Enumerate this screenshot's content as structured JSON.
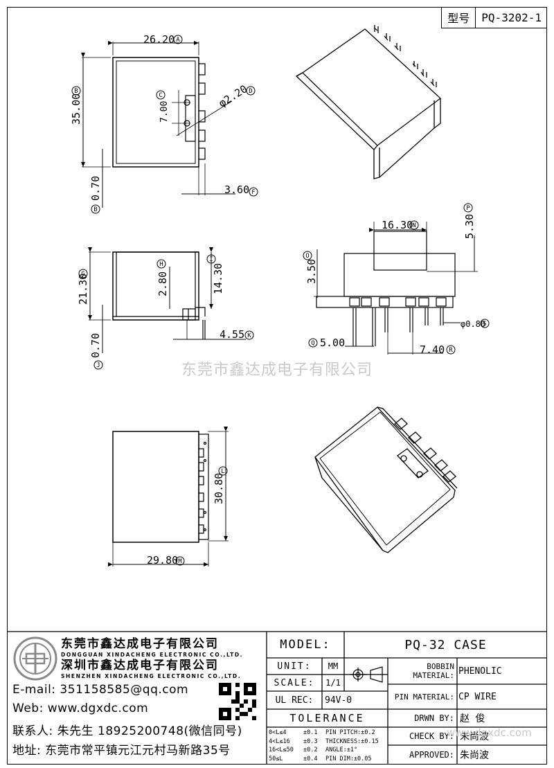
{
  "corner": {
    "label": "型号",
    "code": "PQ-3202-1"
  },
  "watermark": "东莞市鑫达成电子有限公司",
  "watermark_small": "www.dgxdc.com",
  "views": {
    "top": {
      "dims": [
        "26.20",
        "35.00",
        "7.00",
        "φ2.20",
        "0.70",
        "3.60"
      ],
      "markers": [
        "A",
        "B",
        "C",
        "D",
        "B",
        "F"
      ]
    },
    "front": {
      "dims": [
        "21.30",
        "2.80",
        "14.30",
        "0.70",
        "4.55"
      ],
      "markers": [
        "G",
        "H",
        "I",
        "J",
        "K"
      ]
    },
    "side": {
      "dims": [
        "16.30",
        "5.30",
        "3.50",
        "φ0.80",
        "5.00",
        "7.40"
      ],
      "markers": [
        "N",
        "P",
        "O",
        "S",
        "Q",
        "R"
      ]
    },
    "bottom": {
      "dims": [
        "30.80",
        "29.80"
      ],
      "markers": [
        "L",
        "M"
      ]
    }
  },
  "company": {
    "name_cn_1": "东莞市鑫达成电子有限公司",
    "name_en_1": "DONGGUAN XINDACHENG ELECTRONIC CO.,LTD.",
    "name_cn_2": "深圳市鑫达成电子有限公司",
    "name_en_2": "SHENZHEN XINDACHENG ELECTRONIC CO.,LTD.",
    "email": "E-mail: 351158585@qq.com",
    "web": "Web: www.dgxdc.com",
    "contact": "联系人: 朱先生 18925200748(微信同号)",
    "address": "地址: 东莞市常平镇元江元村马新路35号"
  },
  "titleblock": {
    "model_label": "MODEL:",
    "model": "PQ-32 CASE",
    "unit_label": "UNIT:",
    "unit": "MM",
    "scale_label": "SCALE:",
    "scale": "1/1",
    "ul_label": "UL REC:",
    "ul": "94V-0",
    "tolerance_label": "TOLERANCE",
    "tol_rows": [
      [
        "0<L≤4",
        "±0.1",
        "PIN PITCH:±0.2"
      ],
      [
        "4<L≤16",
        "±0.3",
        "THICKNESS:±0.15"
      ],
      [
        "16<L≤50",
        "±0.2",
        "ANGLE:±1°"
      ],
      [
        "50≤L",
        "±0.4",
        "PIN DIM:±0.05"
      ]
    ],
    "bobbin_label": "BOBBIN MATERIAL:",
    "bobbin": "PHENOLIC",
    "pin_label": "PIN MATERIAL:",
    "pin": "CP WIRE",
    "drawn_label": "DRWN BY:",
    "drawn": "赵 俊",
    "check_label": "CHECK BY:",
    "check": "朱尚波",
    "approved_label": "APPROVED:",
    "approved": "朱尚波"
  }
}
